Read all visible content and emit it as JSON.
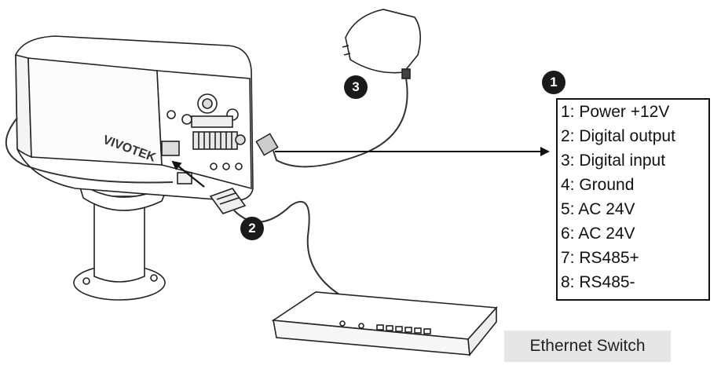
{
  "callouts": {
    "pin_panel_badge": "1",
    "ethernet_badge": "2",
    "power_badge": "3"
  },
  "terminal_block": {
    "pins": [
      "1: Power +12V",
      "2: Digital output",
      "3: Digital input",
      "4: Ground",
      "5: AC 24V",
      "6: AC 24V",
      "7: RS485+",
      "8: RS485-"
    ]
  },
  "switch": {
    "label": "Ethernet Switch"
  },
  "camera": {
    "brand_text": "VIVOTEK"
  }
}
